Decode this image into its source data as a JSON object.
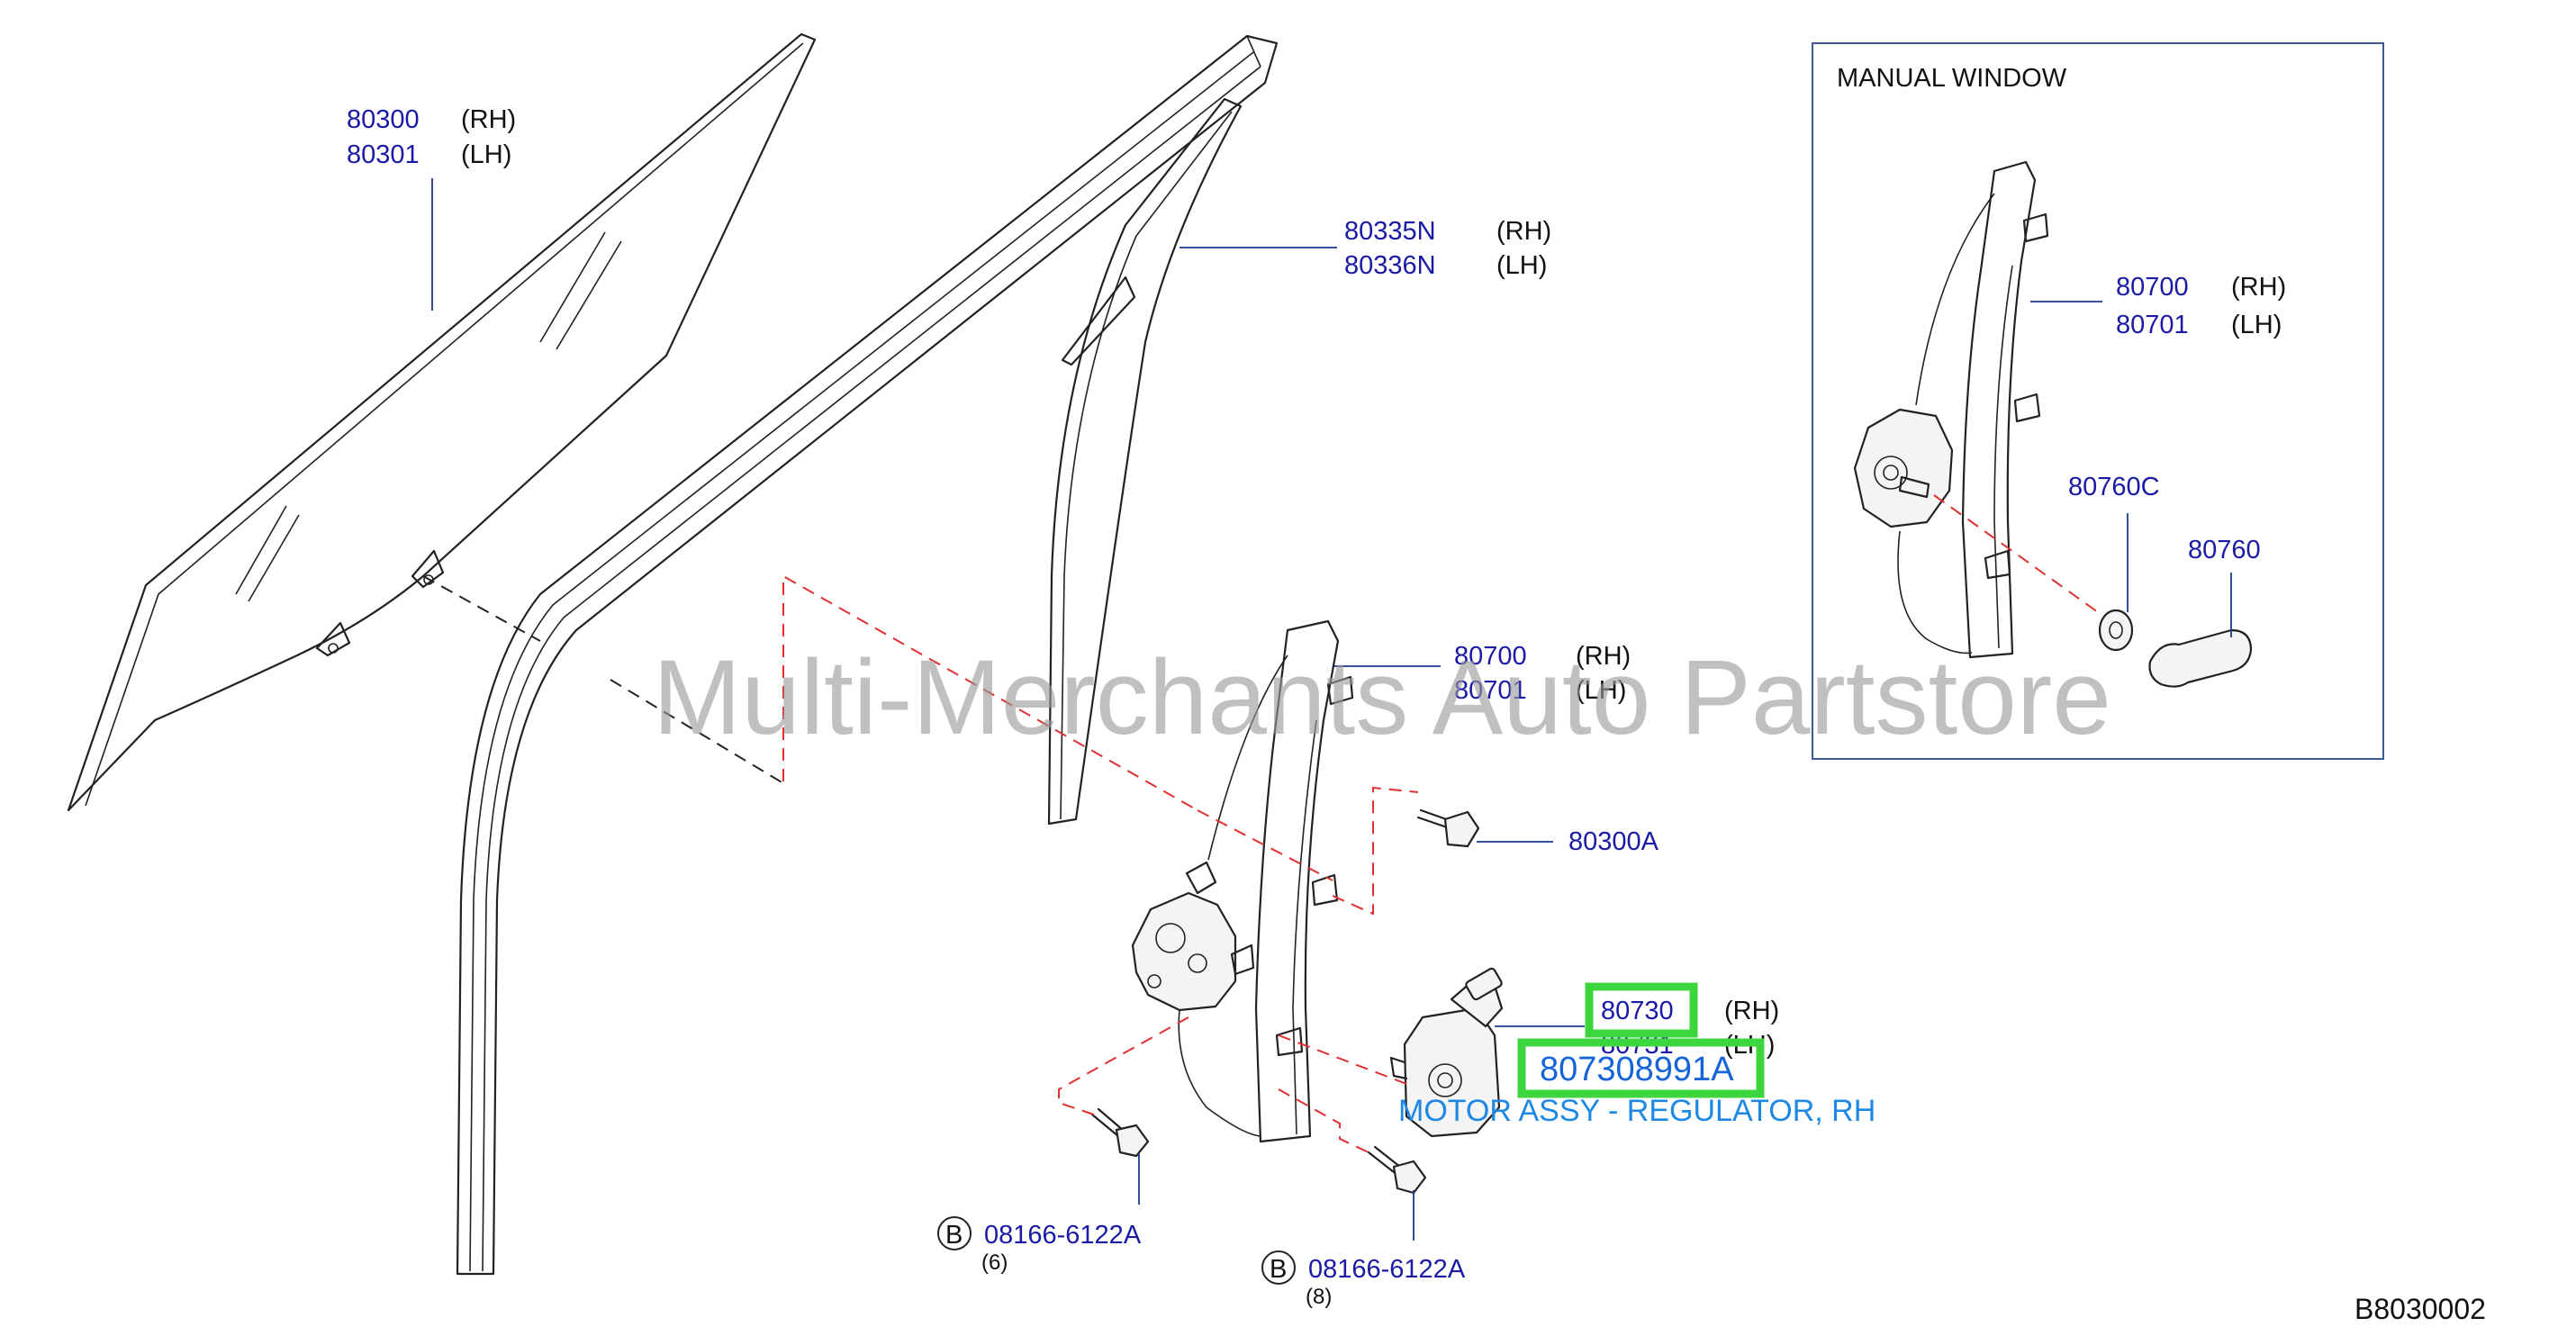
{
  "diagram": {
    "watermark": "Multi-Merchants Auto Partstore",
    "diagram_code": "B8030002",
    "inset_title": "MANUAL   WINDOW",
    "highlighted_part_number": "807308991A",
    "highlighted_description": "MOTOR ASSY - REGULATOR, RH",
    "callouts": {
      "glass": {
        "rh": "80300",
        "lh": "80301",
        "rh_side": "(RH)",
        "lh_side": "(LH)"
      },
      "sash": {
        "rh": "80335N",
        "lh": "80336N",
        "rh_side": "(RH)",
        "lh_side": "(LH)"
      },
      "regulator_main": {
        "rh": "80700",
        "lh": "80701",
        "rh_side": "(RH)",
        "lh_side": "(LH)"
      },
      "bolt_glass": {
        "part": "80300A"
      },
      "motor": {
        "rh": "80730",
        "lh": "80731",
        "rh_side": "(RH)",
        "lh_side": "(LH)"
      },
      "bolt_left": {
        "ref": "B",
        "part": "08166-6122A",
        "qty": "(6)"
      },
      "bolt_right": {
        "ref": "B",
        "part": "08166-6122A",
        "qty": "(8)"
      },
      "regulator_manual": {
        "rh": "80700",
        "lh": "80701",
        "rh_side": "(RH)",
        "lh_side": "(LH)"
      },
      "handle_washer": {
        "part": "80760C"
      },
      "handle": {
        "part": "80760"
      }
    }
  },
  "colors": {
    "part_number": "#1a1aa6",
    "highlight_box": "#3ed63e",
    "highlight_text": "#1565d8",
    "dash_red": "#e03030",
    "inset_border": "#3a5a9a",
    "watermark": "#9a9a9a"
  }
}
